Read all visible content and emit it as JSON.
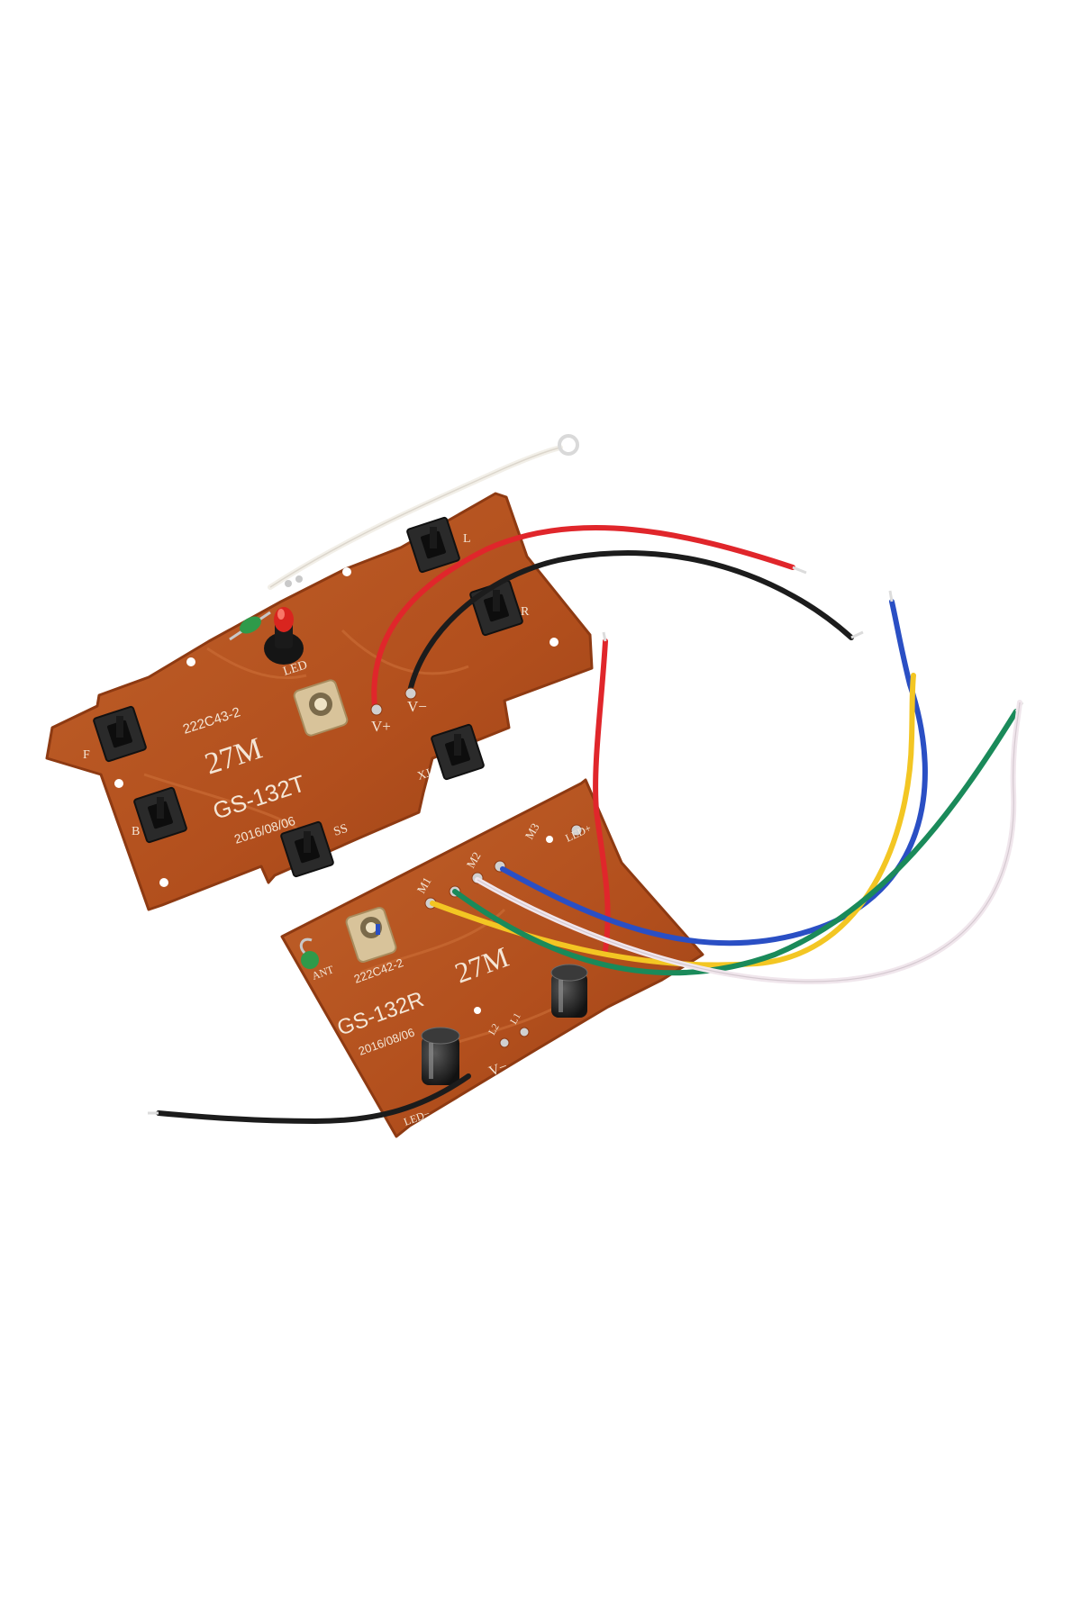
{
  "image": {
    "background": "#ffffff",
    "pcb_color": "#b4521f",
    "pcb_edge": "#8e3a12",
    "silkscreen": "#f4e6d6"
  },
  "transmitter_board": {
    "part_code": "222C43-2",
    "frequency": "27M",
    "model": "GS-132T",
    "date": "2016/08/06",
    "buttons": {
      "f": "F",
      "b": "B",
      "l": "L",
      "r": "R",
      "xj": "XJ",
      "ss": "SS"
    },
    "led_label": "LED",
    "power_labels": {
      "positive": "V+",
      "negative": "V−"
    },
    "wire_colors": {
      "antenna": "#f2efe8",
      "power_positive": "#e0262b",
      "power_negative": "#1c1c1c"
    }
  },
  "receiver_board": {
    "part_code": "222C42-2",
    "frequency": "27M",
    "model": "GS-132R",
    "date": "2016/08/06",
    "motor_labels": {
      "m1": "M1",
      "m2": "M2",
      "m3": "M3"
    },
    "led_labels": {
      "positive": "LED+",
      "negative": "LED−"
    },
    "antenna_label": "ANT",
    "pad_labels": {
      "l2": "L2",
      "l1": "L1"
    },
    "power_label": "V−",
    "wire_colors": [
      "#e0262b",
      "#2a4fc4",
      "#f3c623",
      "#1a8a5a",
      "#f0e6ec",
      "#1c1c1c"
    ]
  }
}
